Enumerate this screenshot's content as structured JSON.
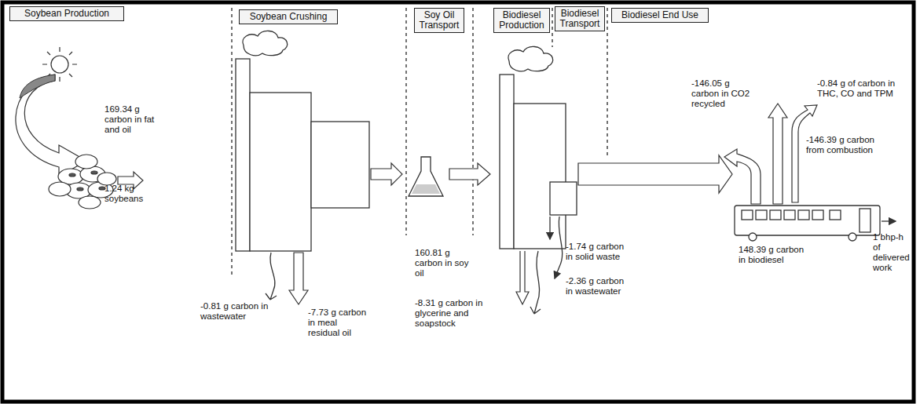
{
  "diagram": {
    "nodes": [
      {
        "text": [
          "Soybean Production"
        ]
      },
      {
        "text": [
          "Soybean Crushing"
        ]
      },
      {
        "text": [
          "Soy Oil Transport"
        ]
      },
      {
        "text": [
          "Biodiesel Production"
        ]
      },
      {
        "text": [
          "Biodiesel Transport"
        ]
      },
      {
        "text": [
          "Biodiesel End Use"
        ]
      }
    ],
    "edges": [],
    "labels": [
      "169.34 g carbon in fat and oil",
      "1.24 kg soybeans",
      "-0.81 g carbon in wastewater",
      "-7.73 g carbon in meal residual oil",
      "160.81 g carbon in soy oil",
      "-8.31 g carbon in glycerine and soapstock",
      "-1.74 g carbon in solid waste",
      "-2.36 g carbon in wastewater",
      "-146.05 g carbon in CO2 recycled",
      "-0.84 g of carbon in THC, CO and TPM",
      "-146.39 g carbon from combustion",
      "1 bhp-h of delivered work",
      "148.39 g carbon in biodiesel"
    ]
  }
}
